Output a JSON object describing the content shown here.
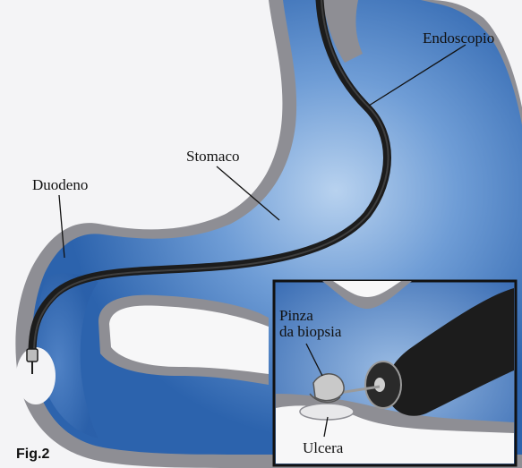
{
  "figure_label": "Fig.2",
  "labels": {
    "endoscope": "Endoscopio",
    "stomach": "Stomaco",
    "duodenum": "Duodeno",
    "biopsy_forceps_line1": "Pinza",
    "biopsy_forceps_line2": "da biopsia",
    "ulcer": "Ulcera"
  },
  "colors": {
    "background": "#f4f4f6",
    "organ_wall": "#8c8c92",
    "organ_inner": "#2f68b2",
    "organ_highlight": "#9fc0e6",
    "endoscope_tube": "#1c1c1c",
    "inset_border": "#111111"
  }
}
